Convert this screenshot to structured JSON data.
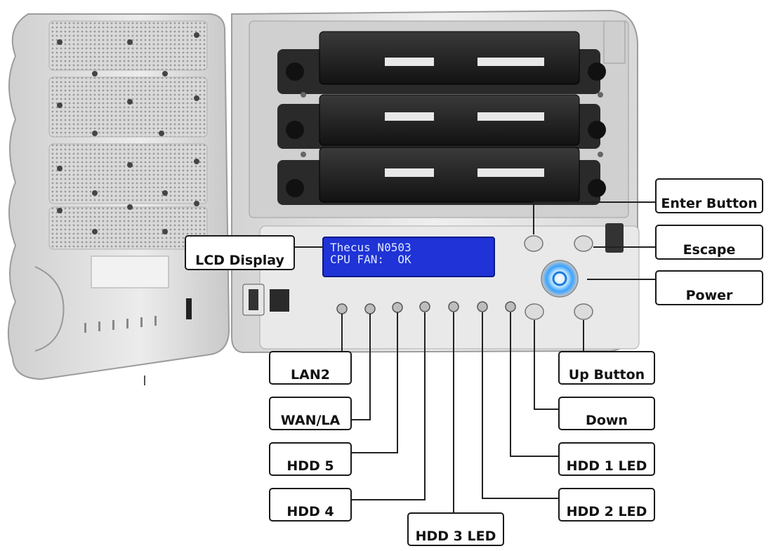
{
  "device": {
    "lcd_line1": "Thecus N0503",
    "lcd_line2": "CPU FAN:  OK"
  },
  "callouts": {
    "enter_button": "Enter Button",
    "escape": "Escape",
    "power": "Power",
    "lcd_display": "LCD Display",
    "up_button": "Up Button",
    "down": "Down",
    "hdd1_led": "HDD 1 LED",
    "hdd2_led": "HDD 2 LED",
    "hdd3_led": "HDD 3 LED",
    "hdd4": "HDD 4",
    "hdd5": "HDD 5",
    "wan_lan": "WAN/LA",
    "lan2": "LAN2"
  },
  "colors": {
    "lcd_background": "#1f33d6",
    "power_glow": "#3aa3ff",
    "chassis": "#e4e4e4",
    "callout_border": "#1a1a1a"
  }
}
